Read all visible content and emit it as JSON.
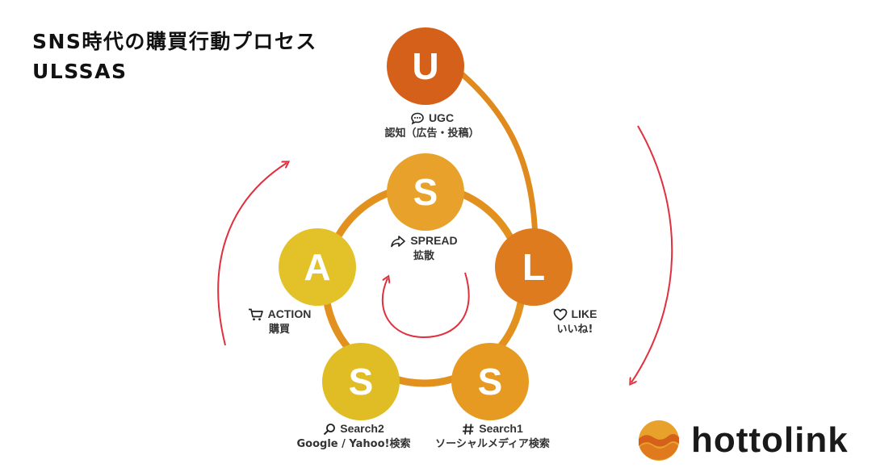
{
  "title": {
    "line1": "SNS時代の購買行動プロセス",
    "line2": "ULSSAS"
  },
  "nodes": {
    "u": {
      "letter": "U",
      "label": "UGC",
      "sublabel": "認知（広告・投稿）",
      "icon": "chat-bubble-icon",
      "color": "#d4601a"
    },
    "l": {
      "letter": "L",
      "label": "LIKE",
      "sublabel": "いいね!",
      "icon": "heart-icon",
      "color": "#de7b1e"
    },
    "s1": {
      "letter": "S",
      "label": "Search1",
      "sublabel": "ソーシャルメディア検索",
      "icon": "hashtag-icon",
      "color": "#e69a22"
    },
    "s2": {
      "letter": "S",
      "label": "Search2",
      "sublabel": "Google / Yahoo!検索",
      "icon": "magnifier-icon",
      "color": "#e0bd24"
    },
    "a": {
      "letter": "A",
      "label": "ACTION",
      "sublabel": "購買",
      "icon": "cart-icon",
      "color": "#e3c128"
    },
    "s": {
      "letter": "S",
      "label": "SPREAD",
      "sublabel": "拡散",
      "icon": "share-arrow-icon",
      "color": "#e8a22b"
    }
  },
  "logo": {
    "text": "hottolink"
  },
  "colors": {
    "ring": "#e2911f",
    "arrow": "#e0303e",
    "connector": "#e08a1e"
  }
}
